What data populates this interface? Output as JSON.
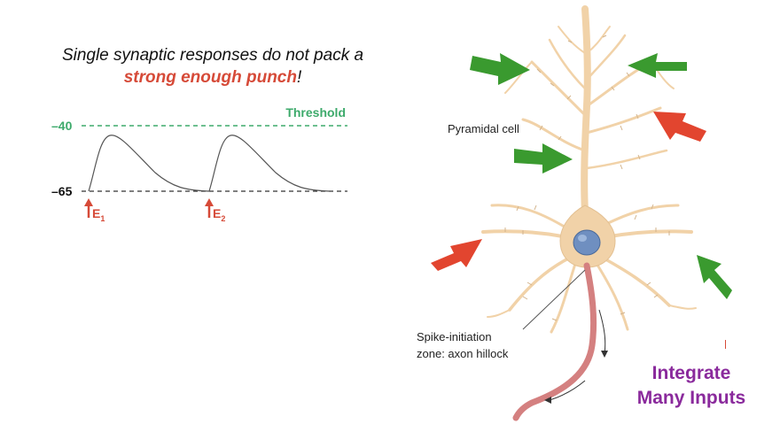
{
  "caption": {
    "line1": "Single synaptic responses do not pack a",
    "highlight": "strong enough punch",
    "end": "!"
  },
  "chart": {
    "threshold_label": "Threshold",
    "threshold_value": "–40",
    "rest_value": "–65",
    "e1_letter": "E",
    "e1_sub": "1",
    "e2_letter": "E",
    "e2_sub": "2"
  },
  "diagram": {
    "cell_label": "Pyramidal cell",
    "spike_label_1": "Spike-initiation",
    "spike_label_2": "zone: axon hillock",
    "integrate_line1": "Integrate",
    "integrate_line2": "Many Inputs"
  },
  "colors": {
    "threshold": "#3daa6b",
    "highlight": "#d64a38",
    "excitatory_arrow": "#3a9a2f",
    "inhibitory_arrow": "#e2452f",
    "neuron_fill": "#f1d2a8",
    "neuron_stroke": "#c9a77c",
    "axon": "#d48080",
    "nucleus": "#6f8fc0",
    "integrate_text": "#8a2a9c"
  }
}
